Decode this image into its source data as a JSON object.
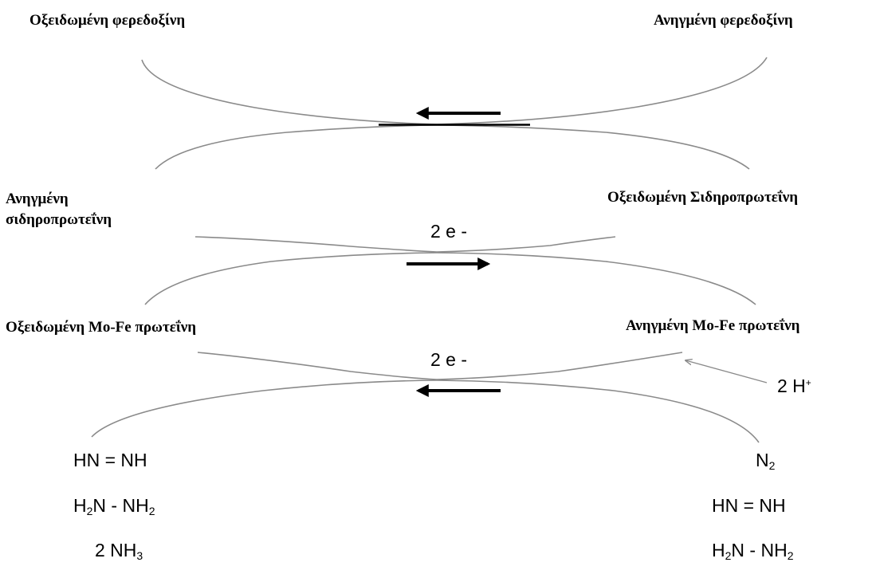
{
  "labels": {
    "ferredoxin_oxidized": "Οξειδωμένη φερεδοξίνη",
    "ferredoxin_reduced": "Ανηγμένη φερεδοξίνη",
    "iron_protein_reduced_line1": "Ανηγμένη",
    "iron_protein_reduced_line2": "σιδηροπρωτεΐνη",
    "iron_protein_oxidized": "Οξειδωμένη Σιδηροπρωτεΐνη",
    "mofe_protein_oxidized": "Οξειδωμένη Mo-Fe πρωτεΐνη",
    "mofe_protein_reduced": "Ανηγμένη Mo-Fe πρωτεΐνη"
  },
  "electron_labels": {
    "middle": "2 e -",
    "bottom": "2 e -"
  },
  "proton_input": {
    "coefficient": "2 H",
    "charge": "+"
  },
  "products_left": [
    {
      "parts": [
        {
          "text": "HN = NH"
        }
      ]
    },
    {
      "parts": [
        {
          "text": "H"
        },
        {
          "sub": "2"
        },
        {
          "text": "N - NH"
        },
        {
          "sub": "2"
        }
      ]
    },
    {
      "parts": [
        {
          "text": "2 NH"
        },
        {
          "sub": "3"
        }
      ]
    }
  ],
  "substrates_right": [
    {
      "parts": [
        {
          "text": "N"
        },
        {
          "sub": "2"
        }
      ]
    },
    {
      "parts": [
        {
          "text": "HN = NH"
        }
      ]
    },
    {
      "parts": [
        {
          "text": "H"
        },
        {
          "sub": "2"
        },
        {
          "text": "N - NH"
        },
        {
          "sub": "2"
        }
      ]
    }
  ],
  "colors": {
    "curve": "#8a8a8a",
    "arrow": "#000000"
  },
  "arrows": {
    "top": "left",
    "middle": "right",
    "bottom": "left",
    "proton": "left"
  }
}
